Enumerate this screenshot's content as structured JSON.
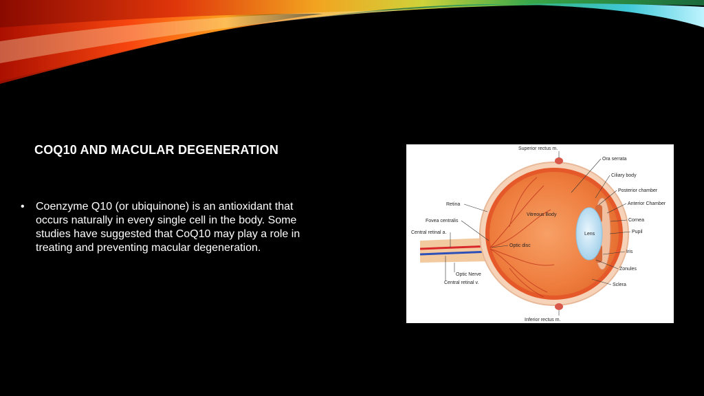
{
  "slide": {
    "title": "COQ10 AND MACULAR DEGENERATION",
    "bullets": [
      "Coenzyme Q10 (or ubiquinone) is an antioxidant that occurs naturally in every single cell in the body. Some studies have suggested that CoQ10 may play a role in treating and preventing macular degeneration."
    ],
    "bullet_glyph": "•"
  },
  "figure": {
    "labels": {
      "superior_rectus": "Superior rectus m.",
      "ora_serrata": "Ora serrata",
      "ciliary_body": "Ciliary body",
      "posterior_chamber": "Posterior chamber",
      "anterior_chamber": "Anterior Chamber",
      "retina": "Retina",
      "vitreous_body": "Vitreous Body",
      "fovea_centralis": "Fovea centralis",
      "cornea": "Cornea",
      "central_retinal_a": "Central retinal a.",
      "lens": "Lens",
      "pupil": "Pupil",
      "optic_disc": "Optic disc",
      "iris": "Iris",
      "zonules": "Zonules",
      "optic_nerve": "Optic Nerve",
      "central_retinal_v": "Central retinal v.",
      "sclera": "Sclera",
      "inferior_rectus": "Inferior rectus m."
    }
  },
  "colors": {
    "background": "#000000",
    "text": "#ffffff",
    "eye_tissue": "#f08a4b",
    "sclera": "#f6d3b8",
    "lens": "#c9e6f7"
  }
}
